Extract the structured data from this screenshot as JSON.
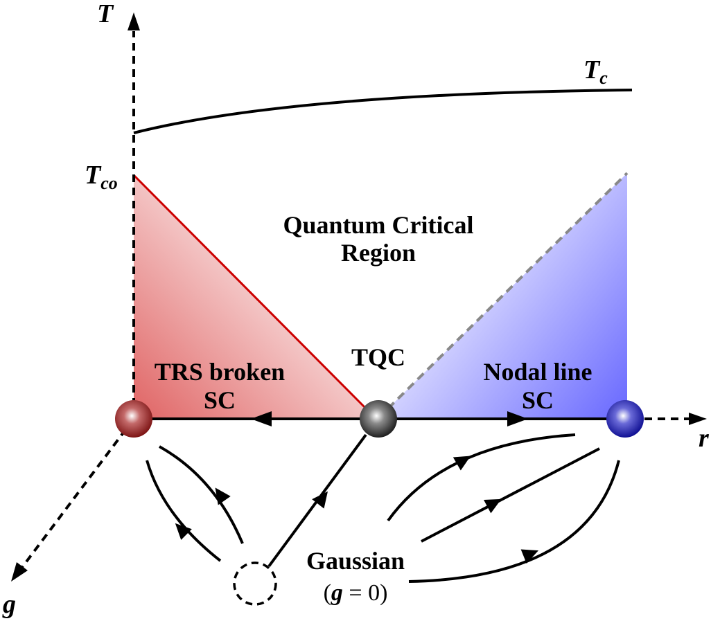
{
  "axes": {
    "T": "T",
    "g": "g",
    "r": "r",
    "Tc_base": "T",
    "Tc_sub": "c",
    "Tco_base": "T",
    "Tco_sub": "co"
  },
  "regions": {
    "quantum_critical_line1": "Quantum Critical",
    "quantum_critical_line2": "Region",
    "trs_line1": "TRS broken",
    "trs_line2": "SC",
    "nodal_line1": "Nodal line",
    "nodal_line2": "SC"
  },
  "points": {
    "tqc": "TQC",
    "gaussian": "Gaussian",
    "gaussian_open": "(",
    "gaussian_g": "g",
    "gaussian_eq": " = 0)"
  },
  "colors": {
    "trs_region": "#e06565",
    "nodal_region": "#6b6bff",
    "crossover_line": "#cc0000",
    "dashed_crossover": "#888888",
    "trs_fixed_point": "#8b1a1a",
    "tqc_fixed_point": "#333333",
    "nodal_fixed_point": "#1a1aa8"
  }
}
